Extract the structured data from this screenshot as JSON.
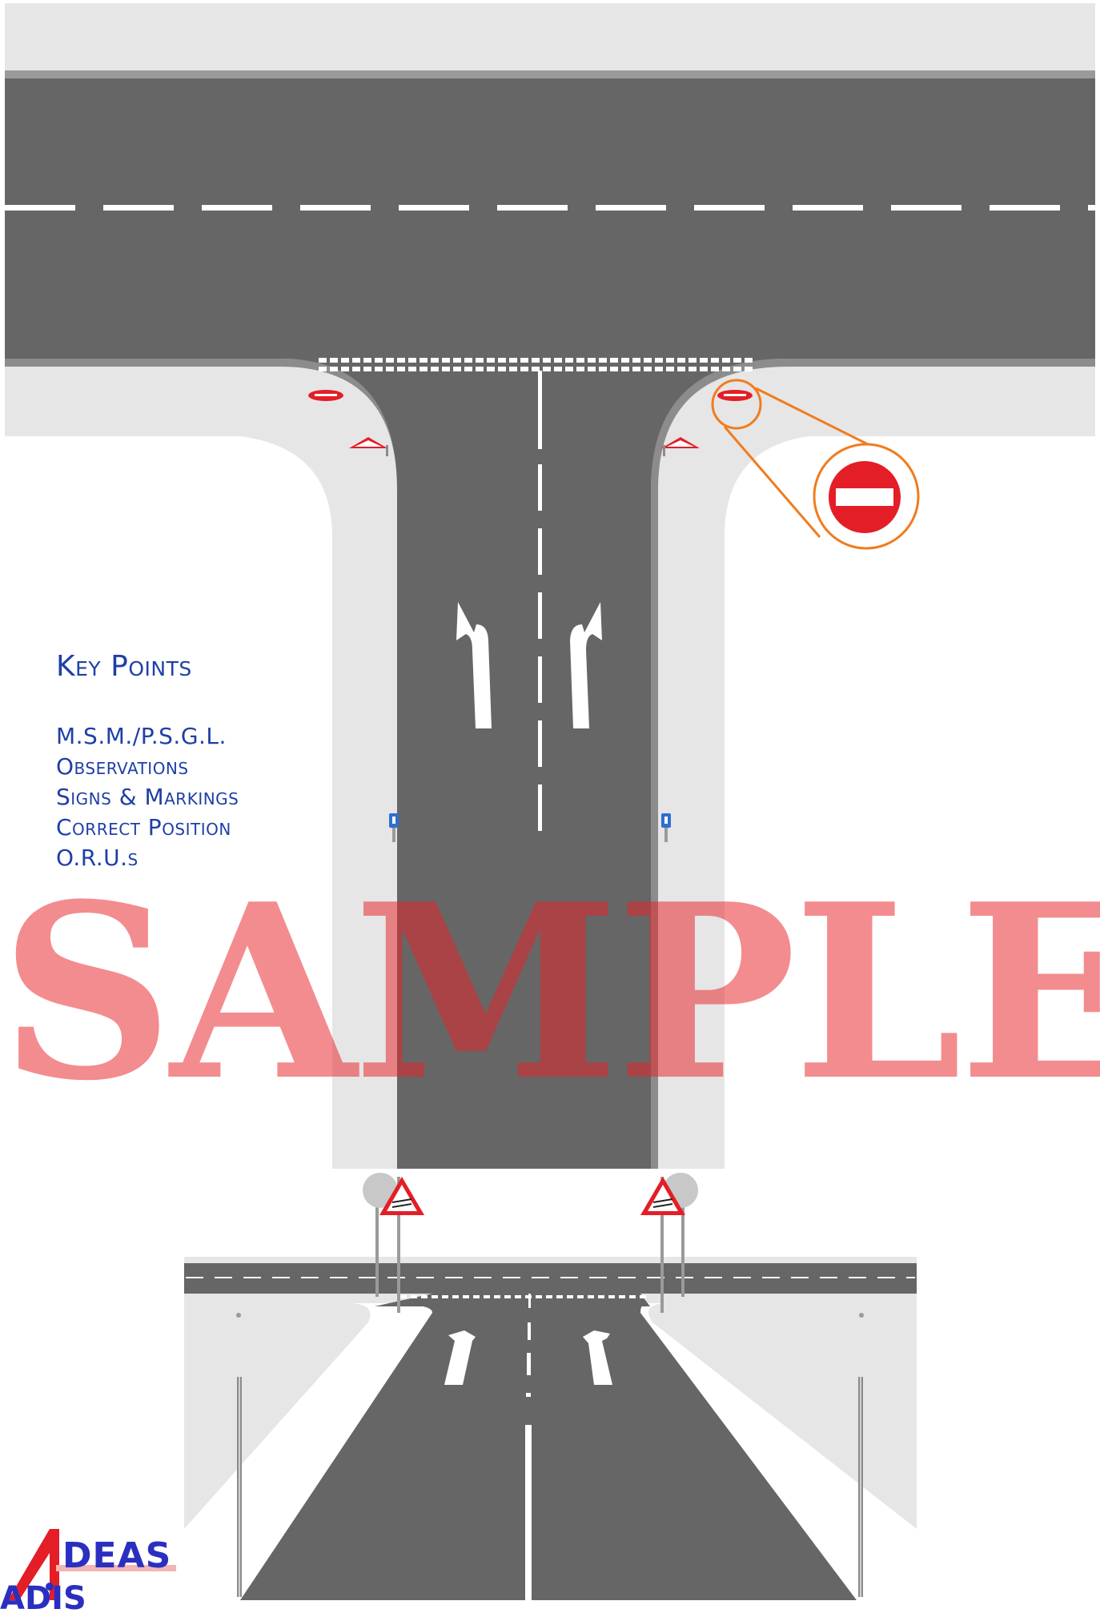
{
  "key_points": {
    "title": "Key Points",
    "items": [
      "M.S.M./P.S.G.L.",
      "Observations",
      "Signs & Markings",
      "Correct Position",
      "O.R.U.s"
    ]
  },
  "watermark": "SAMPLE",
  "logo": {
    "line1": "DEAS",
    "line2": "ADIS"
  },
  "signs": {
    "no_entry": "no-entry-sign",
    "keep_left": "keep-left-bollard",
    "junction_warning": "traffic-merges-warning-sign"
  },
  "colors": {
    "road": "#666666",
    "verge": "#e6e6e6",
    "kerb": "#8c8c8c",
    "marking": "#ffffff",
    "highlight": "#f07c1e",
    "sign_red": "#e41e26",
    "text_blue": "#1f3fa6"
  }
}
